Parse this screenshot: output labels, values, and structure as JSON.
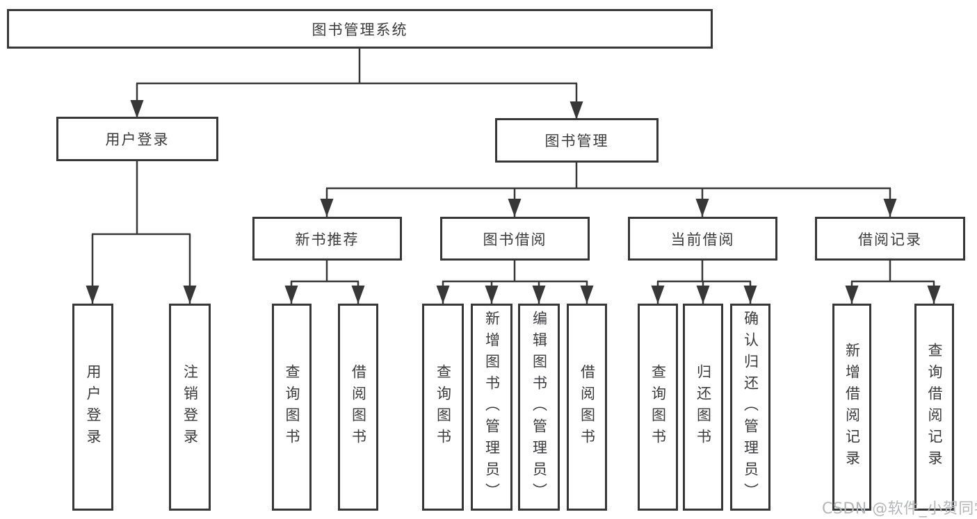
{
  "page": {
    "background_color": "#ffffff",
    "line_color": "#373737",
    "box_border_color": "#373737",
    "text_color": "#3b3b3d",
    "watermark_color": "#b4b6b7"
  },
  "watermark": "CSDN @软件_小贺同学",
  "tree": {
    "root": {
      "label": "图书管理系统"
    },
    "branches": [
      {
        "label": "用户登录",
        "children": [
          {
            "label": "用户登录"
          },
          {
            "label": "注销登录"
          }
        ]
      },
      {
        "label": "图书管理",
        "children": [
          {
            "label": "新书推荐",
            "children": [
              {
                "label": "查询图书"
              },
              {
                "label": "借阅图书"
              }
            ]
          },
          {
            "label": "图书借阅",
            "children": [
              {
                "label": "查询图书"
              },
              {
                "label": "新增图书（管理员）"
              },
              {
                "label": "编辑图书（管理员）"
              },
              {
                "label": "借阅图书"
              }
            ]
          },
          {
            "label": "当前借阅",
            "children": [
              {
                "label": "查询图书"
              },
              {
                "label": "归还图书"
              },
              {
                "label": "确认归还（管理员）"
              }
            ]
          },
          {
            "label": "借阅记录",
            "children": [
              {
                "label": "新增借阅记录"
              },
              {
                "label": "查询借阅记录"
              }
            ]
          }
        ]
      }
    ]
  }
}
